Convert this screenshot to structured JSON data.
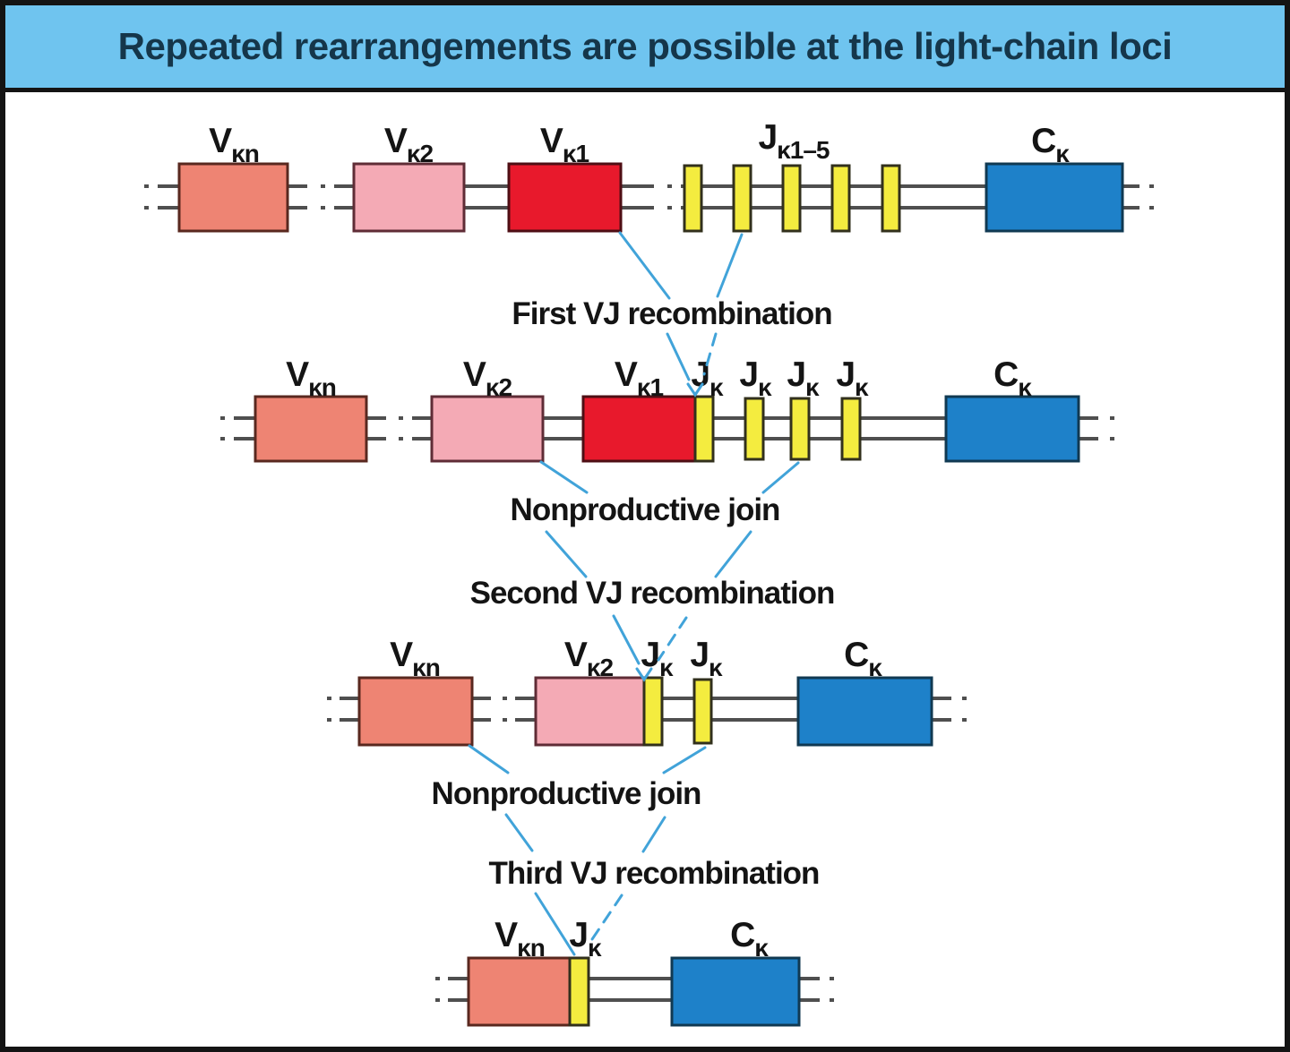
{
  "header": {
    "title": "Repeated rearrangements are possible at the light-chain loci"
  },
  "labels": {
    "v_kn": {
      "main": "V",
      "sub": "κn"
    },
    "v_k2": {
      "main": "V",
      "sub": "κ2"
    },
    "v_k1": {
      "main": "V",
      "sub": "κ1"
    },
    "j_k15": {
      "main": "J",
      "sub": "κ1–5"
    },
    "j_k": {
      "main": "J",
      "sub": "κ"
    },
    "c_k": {
      "main": "C",
      "sub": "κ"
    }
  },
  "annotations": {
    "first_vj": "First VJ recombination",
    "nonproductive_join_1": "Nonproductive join",
    "second_vj": "Second VJ recombination",
    "nonproductive_join_2": "Nonproductive join",
    "third_vj": "Third VJ recombination"
  },
  "rows": {
    "row1": "germline kappa locus: Vκn, Vκ2, Vκ1, Jκ1–5 (5 segments), Cκ",
    "row2": "after first VJ recombination: Vκ1 joined to Jκ, 3 Jκ remain, Cκ",
    "row3": "after second VJ recombination: Vκ2 joined to Jκ, 1 Jκ remains, Cκ",
    "row4": "after third VJ recombination: Vκn joined to Jκ, Cκ"
  },
  "colors": {
    "header_bg": "#6fc4ef",
    "header_text": "#15364a",
    "v_distal": "#ee8473",
    "v_middle": "#f4aab5",
    "v_proximal": "#e8192c",
    "j_segment": "#f4ec3f",
    "c_gene": "#1e81c9",
    "chromosome_line": "#4f4f4f",
    "connector": "#41a3d9"
  }
}
